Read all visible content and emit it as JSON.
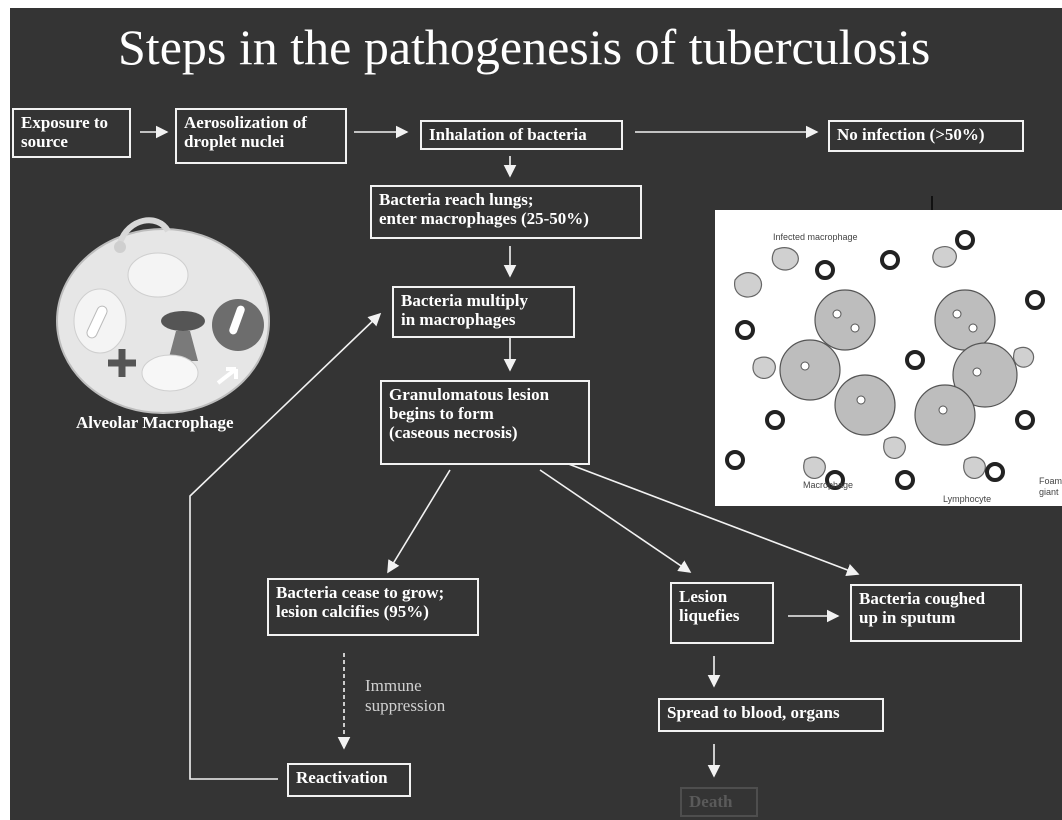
{
  "title": "Steps in the pathogenesis of tuberculosis",
  "boxes": {
    "exposure": "Exposure to\nsource",
    "aerosol": "Aerosolization of\ndroplet nuclei",
    "inhalation": "Inhalation of bacteria",
    "no_infection": "No infection (>50%)",
    "reach_lungs": "Bacteria reach lungs;\nenter macrophages (25-50%)",
    "multiply": "Bacteria multiply\nin macrophages",
    "granuloma": "Granulomatous lesion\nbegins to form\n(caseous necrosis)",
    "cease": "Bacteria cease to grow;\nlesion calcifies (95%)",
    "liquefies": "Lesion\nliquefies",
    "coughed": "Bacteria coughed\nup in sputum",
    "spread": "Spread to blood, organs",
    "reactivation": "Reactivation",
    "death": "Death"
  },
  "labels": {
    "immune": "Immune\nsuppression",
    "alveolar": "Alveolar Macrophage"
  },
  "illustration": {
    "infected_macrophage": "Infected macrophage",
    "macrophage": "Macrophage",
    "lymphocyte": "Lymphocyte",
    "giant_1": "Foam",
    "giant_2": "giant"
  },
  "colors": {
    "background": "#343434",
    "text": "#ffffff"
  }
}
